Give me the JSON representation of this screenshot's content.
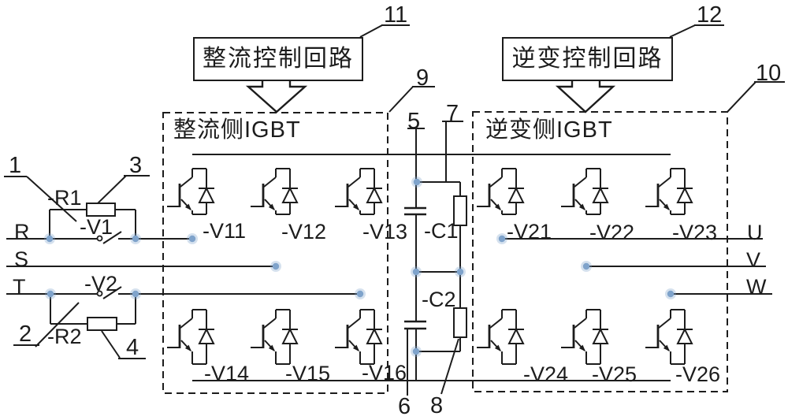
{
  "colors": {
    "line": "#1c1c1c",
    "junction_dot": "#7fa3cb",
    "background": "#ffffff"
  },
  "control_boxes": {
    "rectifier": "整流控制回路",
    "inverter": "逆变控制回路"
  },
  "igbt_sections": {
    "rectifier": "整流侧IGBT",
    "inverter": "逆变侧IGBT"
  },
  "callouts": {
    "n1": "1",
    "n2": "2",
    "n3": "3",
    "n4": "4",
    "n5": "5",
    "n6": "6",
    "n7": "7",
    "n8": "8",
    "n9": "9",
    "n10": "10",
    "n11": "11",
    "n12": "12"
  },
  "phases": {
    "inputs": [
      "R",
      "S",
      "T"
    ],
    "outputs": [
      "U",
      "V",
      "W"
    ]
  },
  "components": {
    "precharge": {
      "resistor1": "-R1",
      "switch1": "-V1",
      "switch2": "-V2",
      "resistor2": "-R2"
    },
    "dc_link": {
      "cap1": "-C1",
      "cap2": "-C2"
    },
    "rectifier_igbts": [
      "-V11",
      "-V12",
      "-V13",
      "-V14",
      "-V15",
      "-V16"
    ],
    "inverter_igbts": [
      "-V21",
      "-V22",
      "-V23",
      "-V24",
      "-V25",
      "-V26"
    ]
  }
}
